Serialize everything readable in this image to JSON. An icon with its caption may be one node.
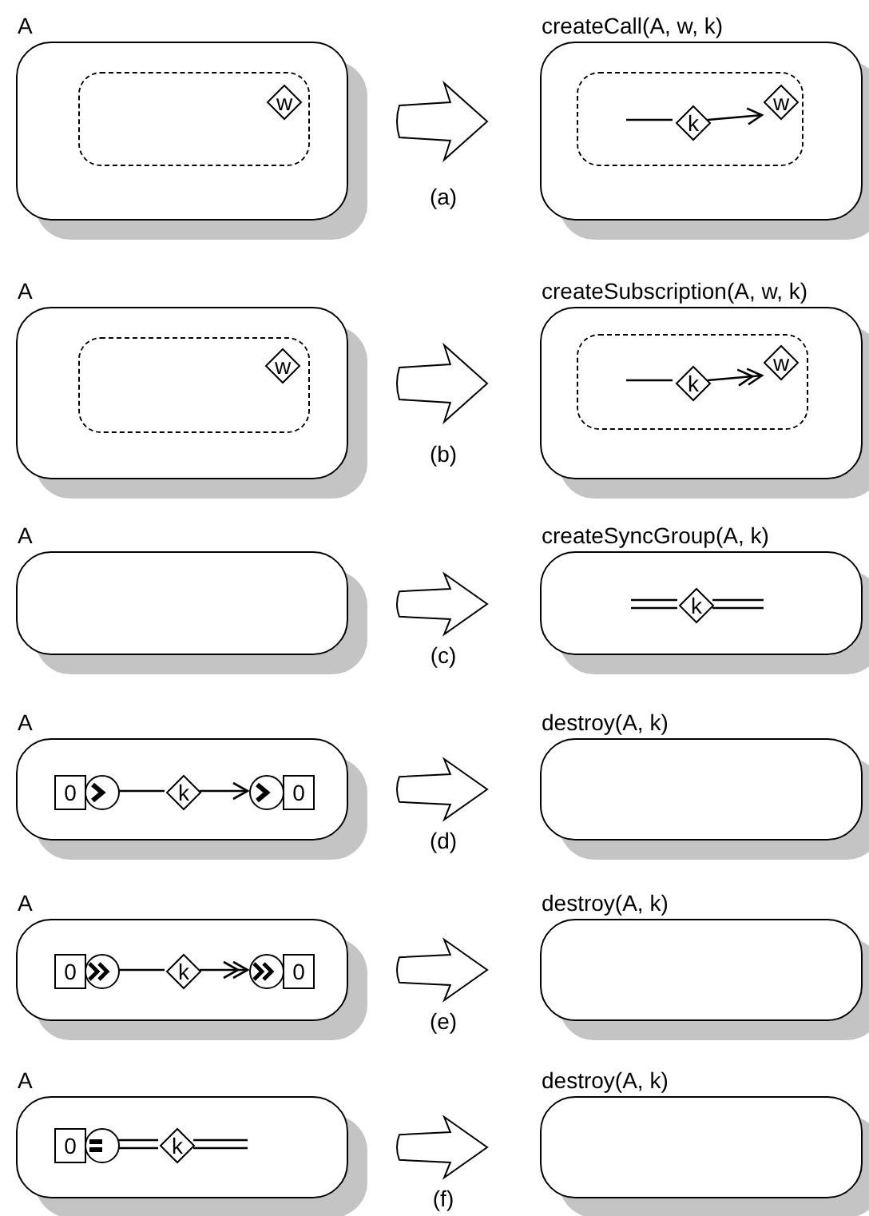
{
  "diagram": {
    "nodes": [
      {
        "text": [
          "A"
        ]
      },
      {
        "text": [],
        "shape": "box",
        "in": 0
      },
      {
        "text": [
          "w"
        ],
        "in": 1
      },
      {
        "text": [
          "createCall(A, w, k)"
        ]
      },
      {
        "text": [],
        "shape": "box",
        "in": 3
      },
      {
        "text": [
          "k"
        ],
        "in": 4
      },
      {
        "text": [
          "w"
        ],
        "in": 4
      },
      {
        "text": [
          "A"
        ]
      },
      {
        "text": [],
        "shape": "box",
        "in": 7
      },
      {
        "text": [
          "w"
        ],
        "in": 8
      },
      {
        "text": [
          "createSubscription(A, w, k)"
        ]
      },
      {
        "text": [],
        "shape": "box",
        "in": 10
      },
      {
        "text": [
          "k"
        ],
        "in": 11
      },
      {
        "text": [
          "w"
        ],
        "in": 11
      },
      {
        "text": [
          "A"
        ]
      },
      {
        "text": [
          "createSyncGroup(A, k)"
        ]
      },
      {
        "text": [
          "k"
        ],
        "in": 15
      },
      {
        "text": [
          "A"
        ]
      },
      {
        "text": [
          "0"
        ],
        "in": 17
      },
      {
        "text": [],
        "shape": "circle",
        "in": 17
      },
      {
        "text": [
          "k"
        ],
        "in": 17
      },
      {
        "text": [],
        "shape": "circle",
        "in": 17
      },
      {
        "text": [
          "0"
        ],
        "in": 17
      },
      {
        "text": [
          "destroy(A, k)"
        ]
      },
      {
        "text": [
          "A"
        ]
      },
      {
        "text": [
          "0"
        ],
        "in": 24
      },
      {
        "text": [],
        "shape": "circle",
        "in": 24
      },
      {
        "text": [
          "k"
        ],
        "in": 24
      },
      {
        "text": [],
        "shape": "circle",
        "in": 24
      },
      {
        "text": [
          "0"
        ],
        "in": 24
      },
      {
        "text": [
          "destroy(A, k)"
        ]
      },
      {
        "text": [
          "A"
        ]
      },
      {
        "text": [
          "0"
        ],
        "in": 31
      },
      {
        "text": [],
        "shape": "circle",
        "in": 31
      },
      {
        "text": [
          "k"
        ],
        "in": 31
      },
      {
        "text": [
          "destroy(A, k)"
        ]
      }
    ],
    "edges": [
      {
        "from": 0,
        "to": 3,
        "arrow": "to",
        "label": "(a)"
      },
      {
        "from": null,
        "to": 5,
        "arrow": "none"
      },
      {
        "from": 5,
        "to": 6,
        "arrow": "to"
      },
      {
        "from": 7,
        "to": 10,
        "arrow": "to",
        "label": "(b)"
      },
      {
        "from": null,
        "to": 12,
        "arrow": "none"
      },
      {
        "from": 12,
        "to": 13,
        "arrow": "to"
      },
      {
        "from": 14,
        "to": 15,
        "arrow": "to",
        "label": "(c)"
      },
      {
        "from": null,
        "to": 16,
        "arrow": "none"
      },
      {
        "from": 16,
        "to": null,
        "arrow": "none"
      },
      {
        "from": 17,
        "to": 23,
        "arrow": "to",
        "label": "(d)"
      },
      {
        "from": 19,
        "to": 20,
        "arrow": "none"
      },
      {
        "from": 20,
        "to": 21,
        "arrow": "to"
      },
      {
        "from": 24,
        "to": 30,
        "arrow": "to",
        "label": "(e)"
      },
      {
        "from": 26,
        "to": 27,
        "arrow": "none"
      },
      {
        "from": 27,
        "to": 28,
        "arrow": "to"
      },
      {
        "from": 31,
        "to": 35,
        "arrow": "to",
        "label": "(f)"
      },
      {
        "from": 33,
        "to": 34,
        "arrow": "none"
      },
      {
        "from": 34,
        "to": null,
        "arrow": "none"
      }
    ]
  }
}
